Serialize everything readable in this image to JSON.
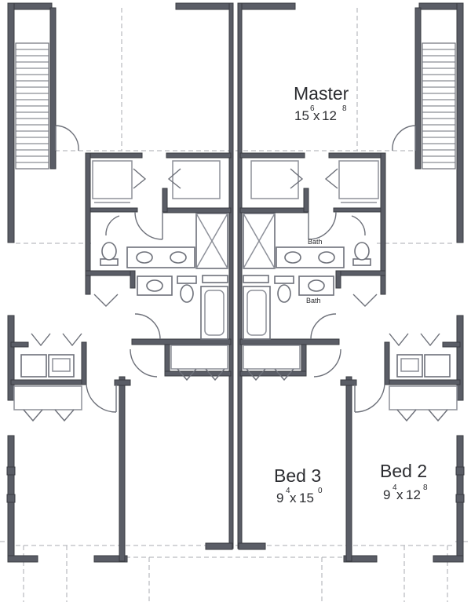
{
  "rooms": {
    "master": {
      "name": "Master",
      "dim_a": "15",
      "dim_a_sup": "6",
      "times": "x",
      "dim_b": "12",
      "dim_b_sup": "8"
    },
    "bed3": {
      "name": "Bed 3",
      "dim_a": "9",
      "dim_a_sup": "4",
      "times": "x",
      "dim_b": "15",
      "dim_b_sup": "0"
    },
    "bed2": {
      "name": "Bed 2",
      "dim_a": "9",
      "dim_a_sup": "4",
      "times": "x",
      "dim_b": "12",
      "dim_b_sup": "8"
    }
  },
  "baths": {
    "master_bath": "Bath",
    "hall_bath": "Bath"
  },
  "colors": {
    "wall": "#5a5d66",
    "fixture_stroke": "#6d7079",
    "dashed_line": "#a9abb1",
    "background": "#ffffff"
  }
}
